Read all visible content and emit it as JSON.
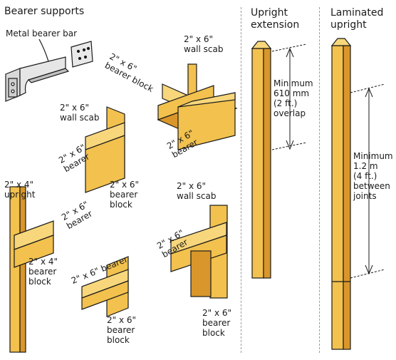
{
  "headings": {
    "bearer_supports": "Bearer supports",
    "upright_extension": "Upright\nextension",
    "laminated_upright": "Laminated\nupright"
  },
  "labels": {
    "metal_bearer_bar": "Metal bearer bar",
    "wall_scab_top_right": "2\" x 6\"\nwall scab",
    "bearer_block_diag": "2\" x 6\"\nbearer block",
    "bearer_top_right": "2\" x 6\"\nbearer",
    "wall_scab_mid_left": "2\" x 6\"\nwall scab",
    "bearer_mid_left": "2\" x 6\"\nbearer",
    "bearer_block_mid": "2\" x 6\"\nbearer\nblock",
    "upright_2x4": "2\" x 4\"\nupright",
    "bearer_lower_left": "2\" x 6\"\nbearer",
    "bearer_block_2x4": "2\" x 4\"\nbearer\nblock",
    "wall_scab_lower_right": "2\" x 6\"\nwall scab",
    "bearer_lower_right": "2\" x 6\"\nbearer",
    "bearer_bottom_mid": "2\" x 6\"  bearer",
    "bearer_block_bottom_mid": "2\" x 6\"\nbearer\nblock",
    "bearer_block_bottom_right": "2\" x 6\"\nbearer\nblock",
    "overlap_note": "Minimum\n610 mm\n(2 ft.)\noverlap",
    "joints_note": "Minimum\n1.2 m\n(4 ft.)\nbetween\njoints"
  },
  "colors": {
    "wood": "#f2c14e",
    "wood_light": "#f8d77c",
    "wood_dark": "#d9962a",
    "metal": "#d9d9d9",
    "outline": "#1a1a1a"
  }
}
